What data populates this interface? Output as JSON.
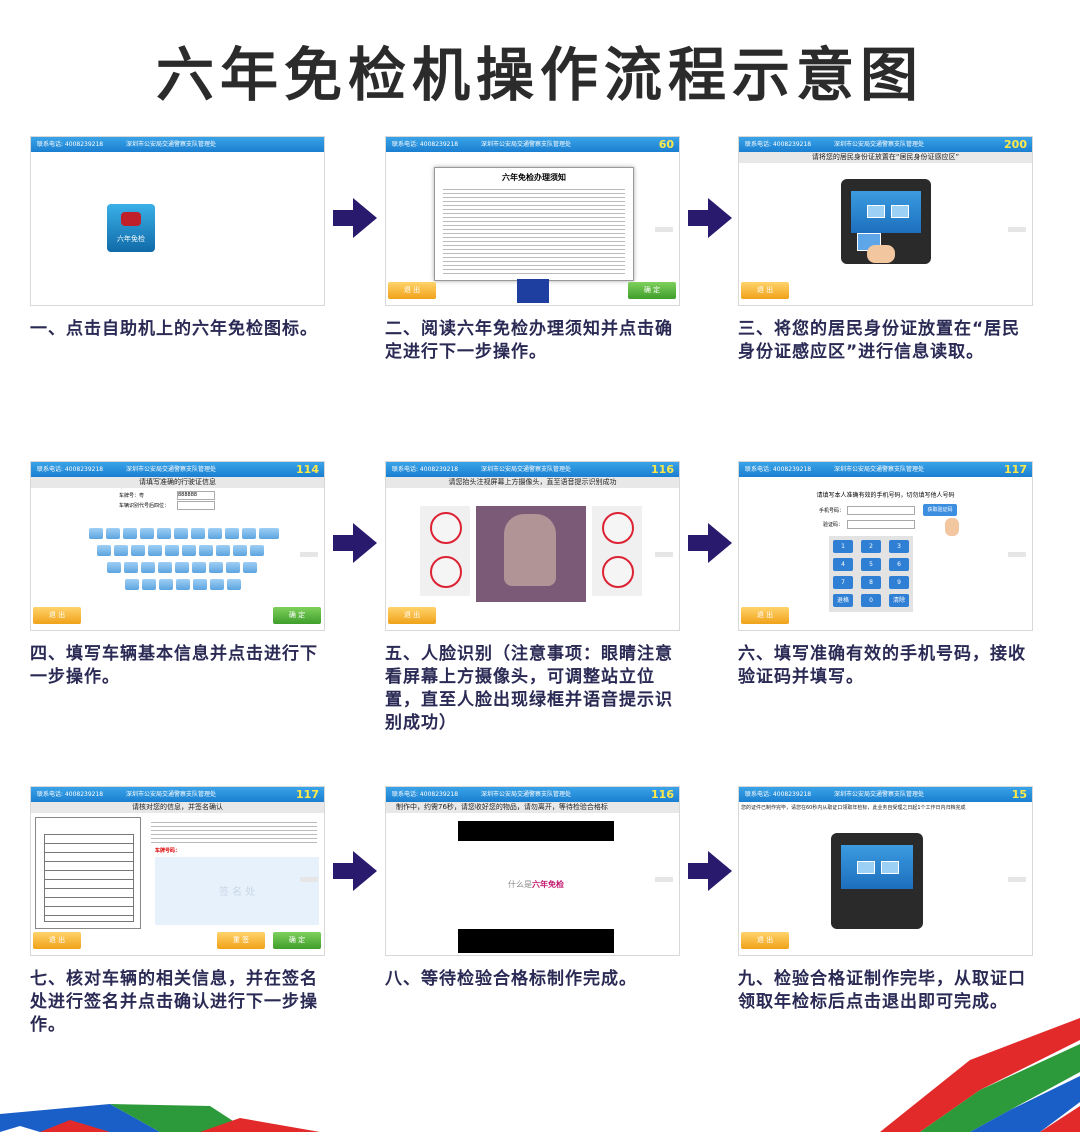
{
  "title": "六年免检机操作流程示意图",
  "header": {
    "phone": "联系电话: 4008239218",
    "org": "深圳市公安局交通警察支队管理处"
  },
  "buttons": {
    "exit": "退 出",
    "confirm": "确 定",
    "reset": "重 签"
  },
  "steps": [
    {
      "caption": "一、点击自助机上的六年免检图标。",
      "icon_label": "六年免检"
    },
    {
      "caption": "二、阅读六年免检办理须知并点击确定进行下一步操作。",
      "counter": "60",
      "notice_title": "六年免检办理须知"
    },
    {
      "caption": "三、将您的居民身份证放置在“居民身份证感应区”进行信息读取。",
      "counter": "200",
      "prompt": "请将您的居民身份证放置在“居民身份证感应区”"
    },
    {
      "caption": "四、填写车辆基本信息并点击进行下一步操作。",
      "counter": "114",
      "prompt": "请填写准确的行驶证信息",
      "plate_label": "车牌号：",
      "plate_prefix": "粤",
      "plate_value": "888888",
      "vin_label": "车辆识别代号后四位："
    },
    {
      "caption": "五、人脸识别（注意事项：眼睛注意看屏幕上方摄像头，可调整站立位置，直至人脸出现绿框并语音提示识别成功）",
      "counter": "116",
      "prompt": "请您抬头注视屏幕上方摄像头，直至语音提示识别成功"
    },
    {
      "caption": "六、填写准确有效的手机号码，接收验证码并填写。",
      "counter": "117",
      "prompt": "请填写本人准确有效的手机号码，切勿填写他人号码",
      "phone_label": "手机号码：",
      "code_label": "验证码：",
      "get_code": "获取验证码",
      "back_key": "退格",
      "clear_key": "清除"
    },
    {
      "caption": "七、核对车辆的相关信息，并在签名处进行签名并点击确认进行下一步操作。",
      "counter": "117",
      "prompt": "请核对您的信息，并签名确认",
      "sign_area": "签 名 处",
      "plate_hint": "车牌号码："
    },
    {
      "caption": "八、等待检验合格标制作完成。",
      "counter": "116",
      "prompt": "制作中，约需76秒，请您收好您的物品，请勿离开，等待检验合格标",
      "video_text_gray": "什么是",
      "video_text_red": "六年免检"
    },
    {
      "caption": "九、检验合格证制作完毕，从取证口领取年检标后点击退出即可完成。",
      "counter": "15",
      "prompt": "您的证件已制作完毕，请您在60秒内从取证口领取年检标，此业务自受理之日起1个工作日内归档完成"
    }
  ],
  "colors": {
    "arrow": "#2a1a6e",
    "title": "#2b2b2b",
    "caption": "#2a2a55",
    "bar": "#1a7fd0",
    "counter": "#ffe94a"
  }
}
